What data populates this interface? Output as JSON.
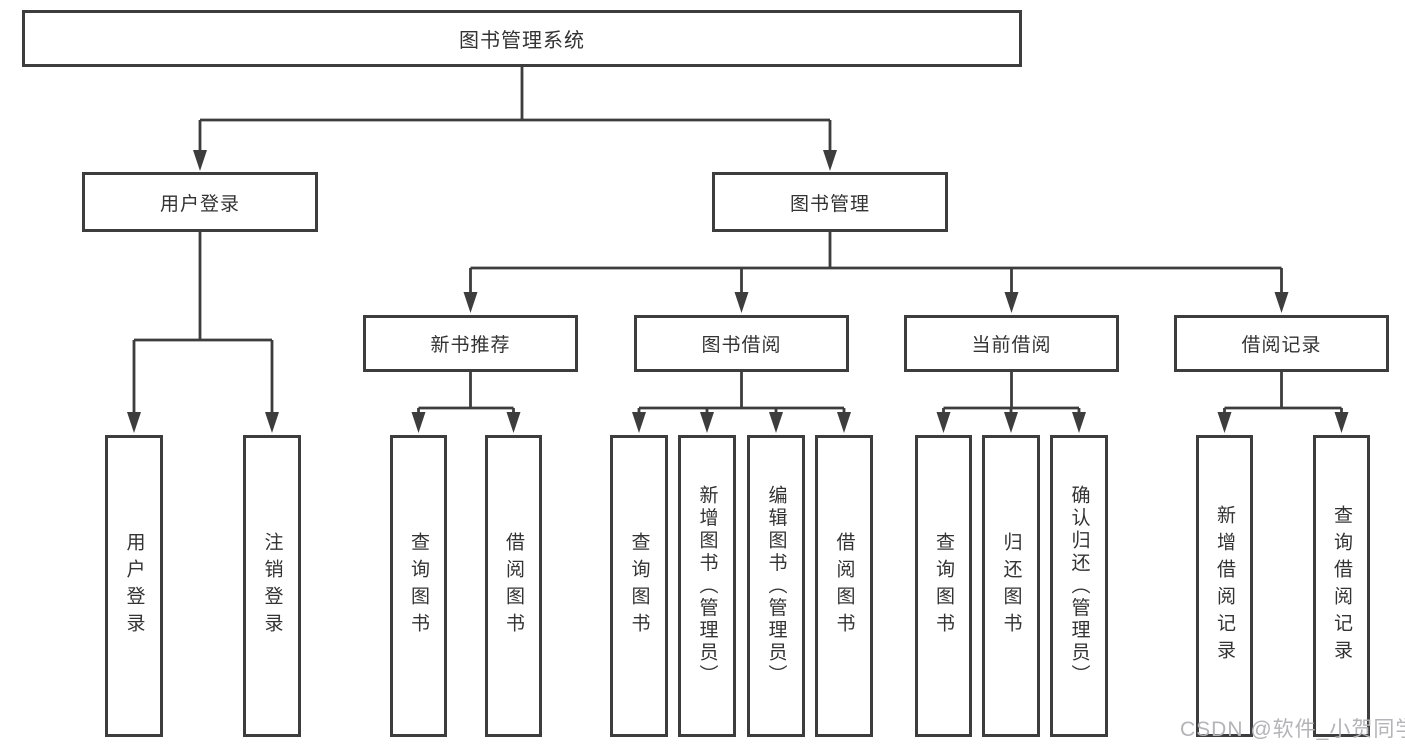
{
  "diagram": {
    "tree": {
      "label": "图书管理系统",
      "children": [
        {
          "label": "用户登录",
          "children": [
            {
              "label": "用户登录"
            },
            {
              "label": "注销登录"
            }
          ]
        },
        {
          "label": "图书管理",
          "children": [
            {
              "label": "新书推荐",
              "children": [
                {
                  "label": "查询图书"
                },
                {
                  "label": "借阅图书"
                }
              ]
            },
            {
              "label": "图书借阅",
              "children": [
                {
                  "label": "查询图书"
                },
                {
                  "label": "新增图书（管理员）"
                },
                {
                  "label": "编辑图书（管理员）"
                },
                {
                  "label": "借阅图书"
                }
              ]
            },
            {
              "label": "当前借阅",
              "children": [
                {
                  "label": "查询图书"
                },
                {
                  "label": "归还图书"
                },
                {
                  "label": "确认归还（管理员）"
                }
              ]
            },
            {
              "label": "借阅记录",
              "children": [
                {
                  "label": "新增借阅记录"
                },
                {
                  "label": "查询借阅记录"
                }
              ]
            }
          ]
        }
      ]
    }
  },
  "watermark": {
    "text": "CSDN @软件_小贺同学"
  },
  "colors": {
    "line-color": "#3d3d3d",
    "text-color": "#333333",
    "watermark-color": "#b4b4b8",
    "bg-color": "#ffffff",
    "box-fill": "#ffffff"
  }
}
